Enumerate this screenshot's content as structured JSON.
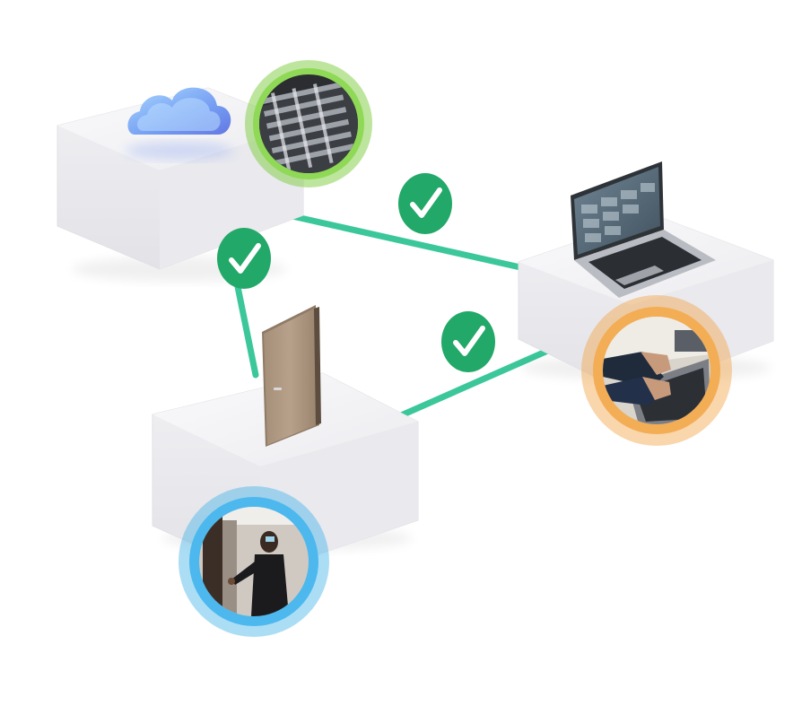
{
  "diagram": {
    "nodes": [
      {
        "id": "cloud",
        "icon": "cloud-icon",
        "photo": "server-rack-photo",
        "ring_color": "#86d04e"
      },
      {
        "id": "laptop",
        "icon": "laptop-icon",
        "photo": "typing-on-laptop-photo",
        "ring_color": "#f2a447"
      },
      {
        "id": "door",
        "icon": "door-icon",
        "photo": "person-opening-door-photo",
        "ring_color": "#45b3e8"
      }
    ],
    "connections": [
      {
        "from": "cloud",
        "to": "laptop",
        "status": "ok"
      },
      {
        "from": "cloud",
        "to": "door",
        "status": "ok"
      },
      {
        "from": "door",
        "to": "laptop",
        "status": "ok"
      }
    ],
    "colors": {
      "connector": "#3bc79a",
      "check_badge": "#22a868",
      "check_mark": "#ffffff",
      "block_top": "#f3f3f5",
      "block_side": "#e4e4e8"
    }
  }
}
